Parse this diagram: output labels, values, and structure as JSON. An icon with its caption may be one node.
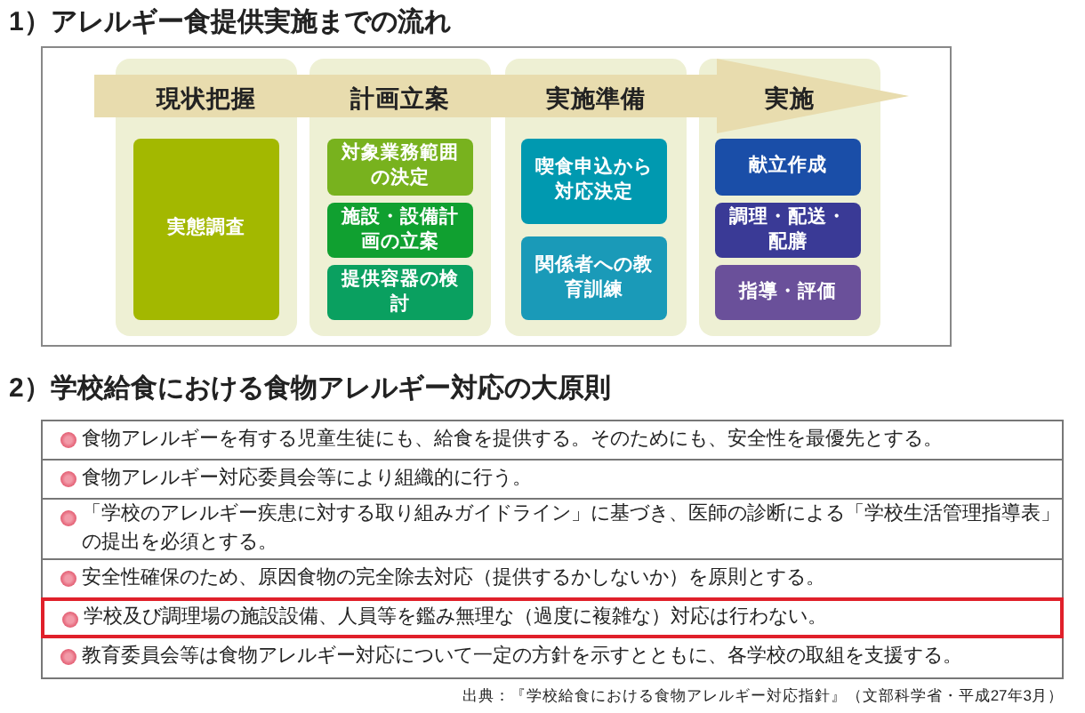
{
  "diagram": {
    "title": "1）アレルギー食提供実施までの流れ",
    "nodes": [
      {
        "text": [
          "現状把握"
        ]
      },
      {
        "text": [
          "実態調査"
        ],
        "in": 0
      },
      {
        "text": [
          "計画立案"
        ]
      },
      {
        "text": [
          "対象業務範囲の決定"
        ],
        "in": 2
      },
      {
        "text": [
          "施設・設備計画の立案"
        ],
        "in": 2
      },
      {
        "text": [
          "提供容器の検討"
        ],
        "in": 2
      },
      {
        "text": [
          "実施準備"
        ]
      },
      {
        "text": [
          "喫食申込から対応決定"
        ],
        "in": 6
      },
      {
        "text": [
          "関係者への教育訓練"
        ],
        "in": 6
      },
      {
        "text": [
          "実施"
        ]
      },
      {
        "text": [
          "献立作成"
        ],
        "in": 9
      },
      {
        "text": [
          "調理・配送・配膳"
        ],
        "in": 9
      },
      {
        "text": [
          "指導・評価"
        ],
        "in": 9
      }
    ],
    "labels": [
      "2）学校給食における食物アレルギー対応の大原則",
      "食物アレルギーを有する児童生徒にも、給食を提供する。そのためにも、安全性を最優先とする。",
      "食物アレルギー対応委員会等により組織的に行う。",
      "「学校のアレルギー疾患に対する取り組みガイドライン」に基づき、医師の診断による「学校生活管理指導表」の提出を必須とする。",
      "安全性確保のため、原因食物の完全除去対応（提供するかしないか）を原則とする。",
      "学校及び調理場の施設設備、人員等を鑑み無理な（過度に複雑な）対応は行わない。",
      "教育委員会等は食物アレルギー対応について一定の方針を示すとともに、各学校の取組を支援する。"
    ],
    "caption": "出典：『学校給食における食物アレルギー対応指針』（文部科学省・平成27年3月）"
  }
}
